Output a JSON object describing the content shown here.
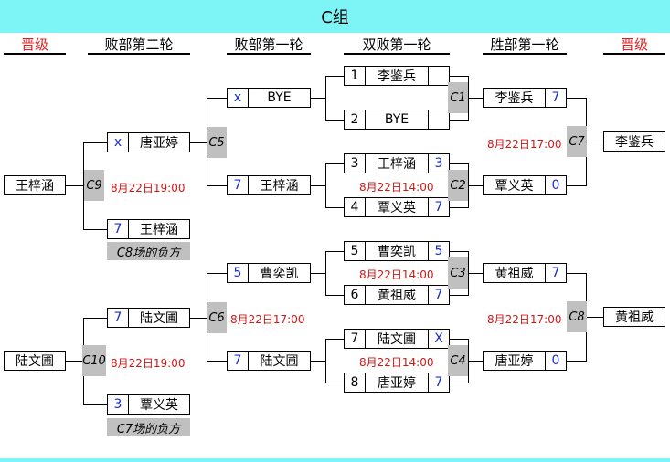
{
  "title": "C组",
  "headers": {
    "advance_left": "晋级",
    "lb_round2": "败部第二轮",
    "lb_round1": "败部第一轮",
    "double_elim_r1": "双败第一轮",
    "wb_round1": "胜部第一轮",
    "advance_right": "晋级"
  },
  "advance_left": {
    "top": "王梓涵",
    "bottom": "陆文圃"
  },
  "advance_right": {
    "top": "李鉴兵",
    "bottom": "黄祖威"
  },
  "lb2": [
    {
      "num": "x",
      "name": "唐亚婷"
    },
    {
      "num": "7",
      "name": "王梓涵"
    },
    {
      "num": "7",
      "name": "陆文圃"
    },
    {
      "num": "3",
      "name": "覃义英"
    }
  ],
  "lb2_notes": {
    "top": "C8场的负方",
    "bottom": "C7场的负方"
  },
  "lb1": [
    {
      "num": "x",
      "name": "BYE"
    },
    {
      "num": "7",
      "name": "王梓涵"
    },
    {
      "num": "5",
      "name": "曹奕凯"
    },
    {
      "num": "7",
      "name": "陆文圃"
    }
  ],
  "r1": [
    {
      "seed": "1",
      "name": "李鉴兵",
      "score": ""
    },
    {
      "seed": "2",
      "name": "BYE",
      "score": ""
    },
    {
      "seed": "3",
      "name": "王梓涵",
      "score": "3"
    },
    {
      "seed": "4",
      "name": "覃义英",
      "score": "7"
    },
    {
      "seed": "5",
      "name": "曹奕凯",
      "score": "5"
    },
    {
      "seed": "6",
      "name": "黄祖威",
      "score": "7"
    },
    {
      "seed": "7",
      "name": "陆文圃",
      "score": "X"
    },
    {
      "seed": "8",
      "name": "唐亚婷",
      "score": "7"
    }
  ],
  "wb1": [
    {
      "name": "李鉴兵",
      "score": "7"
    },
    {
      "name": "覃义英",
      "score": "0"
    },
    {
      "name": "黄祖威",
      "score": "7"
    },
    {
      "name": "唐亚婷",
      "score": "0"
    }
  ],
  "games": {
    "c1": "C1",
    "c2": "C2",
    "c3": "C3",
    "c4": "C4",
    "c5": "C5",
    "c6": "C6",
    "c7": "C7",
    "c8": "C8",
    "c9": "C9",
    "c10": "C10"
  },
  "schedule": {
    "c2": "8月22日14:00",
    "c3": "8月22日14:00",
    "c4": "8月22日14:00",
    "c6": "8月22日17:00",
    "c7": "8月22日17:00",
    "c8": "8月22日17:00",
    "c9": "8月22日19:00",
    "c10": "8月22日19:00"
  }
}
